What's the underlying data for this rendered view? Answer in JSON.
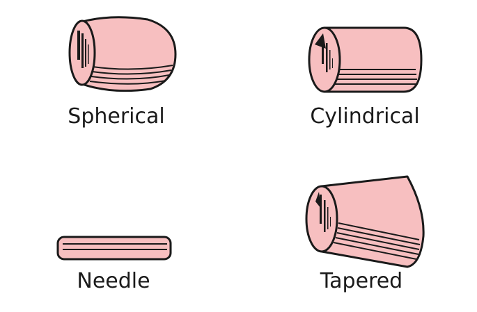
{
  "colors": {
    "fill": "#F7BFC0",
    "stroke": "#1A1A1A"
  },
  "rollers": [
    {
      "id": "spherical",
      "label": "Spherical"
    },
    {
      "id": "cylindrical",
      "label": "Cylindrical"
    },
    {
      "id": "needle",
      "label": "Needle"
    },
    {
      "id": "tapered",
      "label": "Tapered"
    }
  ]
}
